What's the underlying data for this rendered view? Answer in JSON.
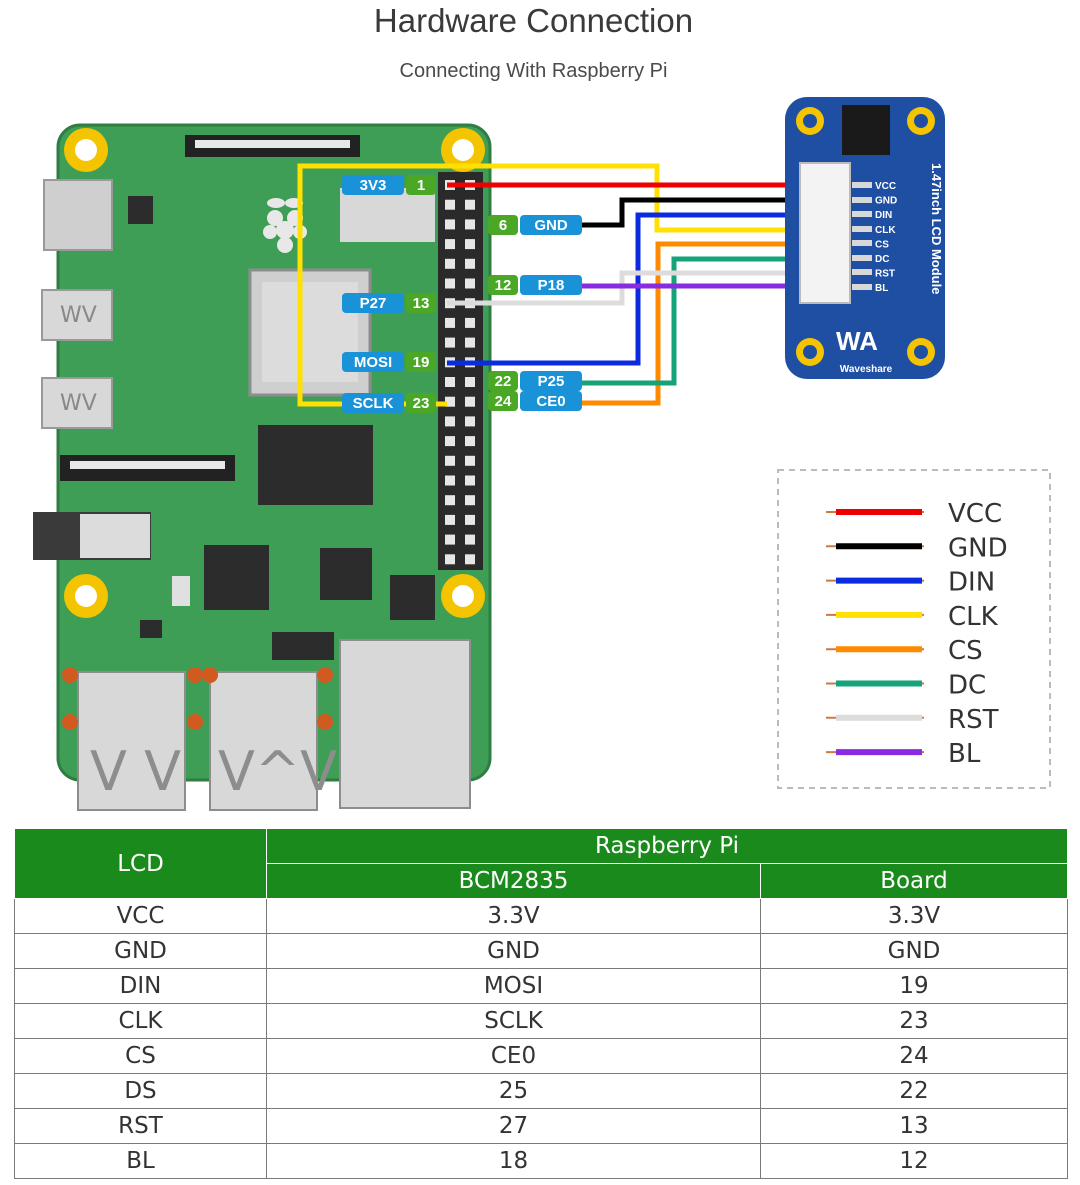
{
  "header": {
    "title": "Hardware Connection",
    "subtitle": "Connecting With Raspberry Pi"
  },
  "pi_pins": {
    "left": [
      {
        "name": "3V3",
        "pin": "1"
      },
      {
        "name": "P27",
        "pin": "13"
      },
      {
        "name": "MOSI",
        "pin": "19"
      },
      {
        "name": "SCLK",
        "pin": "23"
      }
    ],
    "right": [
      {
        "pin": "6",
        "name": "GND"
      },
      {
        "pin": "12",
        "name": "P18"
      },
      {
        "pin": "22",
        "name": "P25"
      },
      {
        "pin": "24",
        "name": "CE0"
      }
    ]
  },
  "module": {
    "title": "1.47inch LCD Module",
    "brand": "Waveshare",
    "pins": [
      "VCC",
      "GND",
      "DIN",
      "CLK",
      "CS",
      "DC",
      "RST",
      "BL"
    ]
  },
  "legend": [
    {
      "label": "VCC",
      "color": "#ee0000"
    },
    {
      "label": "GND",
      "color": "#000000"
    },
    {
      "label": "DIN",
      "color": "#0b2be0"
    },
    {
      "label": "CLK",
      "color": "#ffe000"
    },
    {
      "label": "CS",
      "color": "#ff8a00"
    },
    {
      "label": "DC",
      "color": "#16a37a"
    },
    {
      "label": "RST",
      "color": "#dcdcdc"
    },
    {
      "label": "BL",
      "color": "#8a2be2"
    }
  ],
  "table": {
    "lcd_header": "LCD",
    "group_header": "Raspberry Pi",
    "bcm_header": "BCM2835",
    "board_header": "Board",
    "rows": [
      {
        "lcd": "VCC",
        "bcm": "3.3V",
        "board": "3.3V"
      },
      {
        "lcd": "GND",
        "bcm": "GND",
        "board": "GND"
      },
      {
        "lcd": "DIN",
        "bcm": "MOSI",
        "board": "19"
      },
      {
        "lcd": "CLK",
        "bcm": "SCLK",
        "board": "23"
      },
      {
        "lcd": "CS",
        "bcm": "CE0",
        "board": "24"
      },
      {
        "lcd": "DS",
        "bcm": "25",
        "board": "22"
      },
      {
        "lcd": "RST",
        "bcm": "27",
        "board": "13"
      },
      {
        "lcd": "BL",
        "bcm": "18",
        "board": "12"
      }
    ]
  }
}
